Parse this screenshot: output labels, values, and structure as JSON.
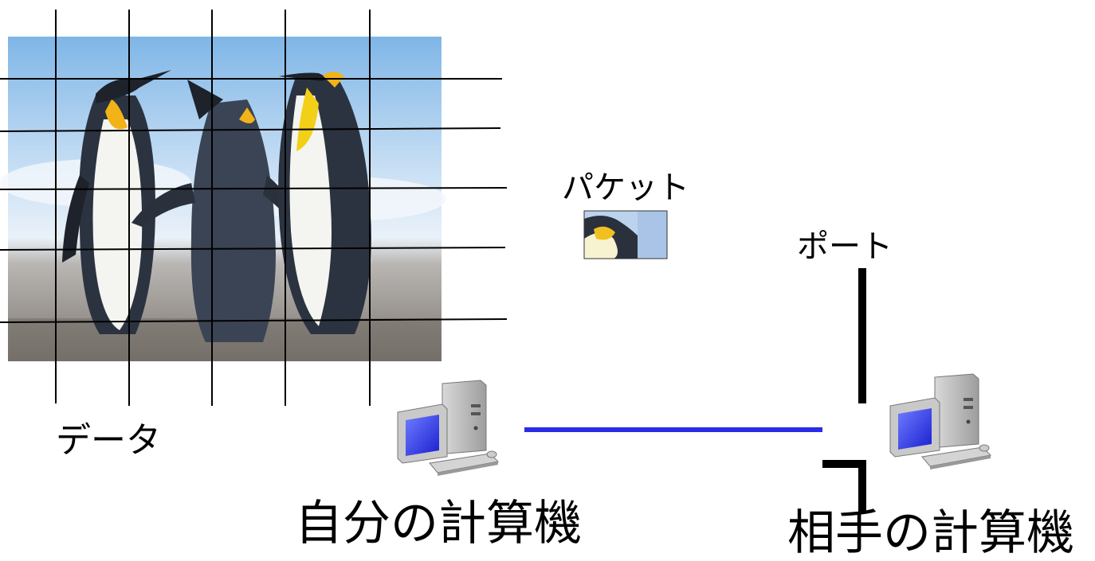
{
  "labels": {
    "data": "データ",
    "packet": "パケット",
    "port": "ポート",
    "my_computer": "自分の計算機",
    "peer_computer": "相手の計算機"
  },
  "colors": {
    "connection_line": "#2b2bea",
    "grid_line": "#000000",
    "port_bar": "#000000"
  },
  "icons": {
    "data_image": "penguins-photo",
    "packet_image": "penguin-fragment",
    "computer": "desktop-computer-icon"
  }
}
